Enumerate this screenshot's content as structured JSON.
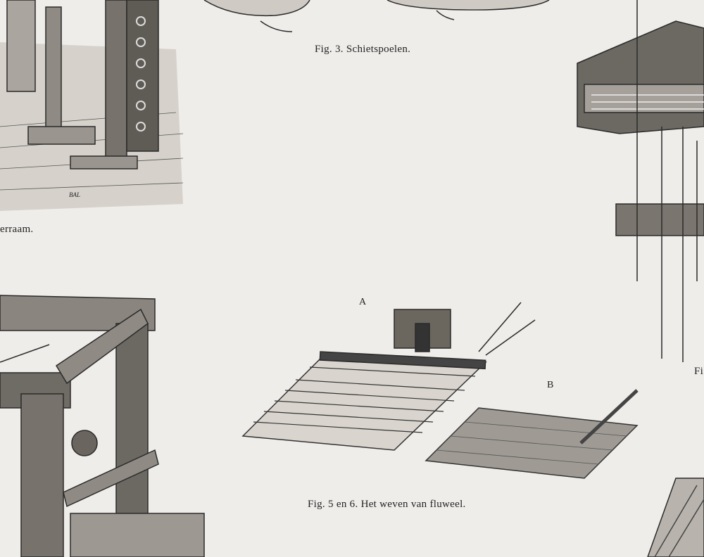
{
  "captions": {
    "fig3": "Fig. 3.  Schietspoelen.",
    "fig_partial_left": "erraam.",
    "fig56": "Fig. 5 en 6.  Het weven van fluweel.",
    "fig_partial_right": "Fi"
  },
  "labels": {
    "a": "A",
    "b": "B"
  },
  "signature": "BAL",
  "colors": {
    "paper": "#efedea",
    "ink": "#222222"
  }
}
